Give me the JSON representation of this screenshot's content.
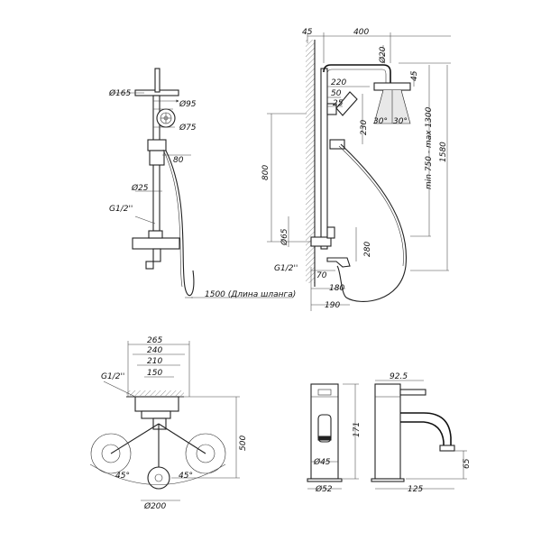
{
  "view_front": {
    "d_head": "Ø165",
    "d_hand": "Ø95",
    "d_holder": "Ø75",
    "dim_80": "80",
    "d_bar": "Ø25",
    "thread": "G1/2''",
    "hose": "1500 (Длина шланга)"
  },
  "view_side": {
    "dim_45": "45",
    "dim_400": "400",
    "d_arm": "Ø20",
    "dim_45b": "45",
    "dim_220": "220",
    "dim_50": "50",
    "dim_25": "25",
    "dim_230": "230",
    "angle_left": "30°",
    "angle_right": "30°",
    "dim_800": "800",
    "d_65": "Ø65",
    "dim_280": "280",
    "thread": "G1/2''",
    "dim_70": "70",
    "dim_180": "180",
    "dim_190": "190",
    "range": "min 750 - max 1300",
    "dim_1580": "1580"
  },
  "view_top": {
    "dim_265": "265",
    "dim_240": "240",
    "dim_210": "210",
    "dim_150": "150",
    "thread": "G1/2''",
    "dim_500": "500",
    "angle_left": "45°",
    "angle_right": "45°",
    "d_200": "Ø200"
  },
  "view_mixer": {
    "dim_92_5": "92.5",
    "dim_171": "171",
    "d_45": "Ø45",
    "d_52": "Ø52",
    "dim_65": "65",
    "dim_125": "125"
  }
}
